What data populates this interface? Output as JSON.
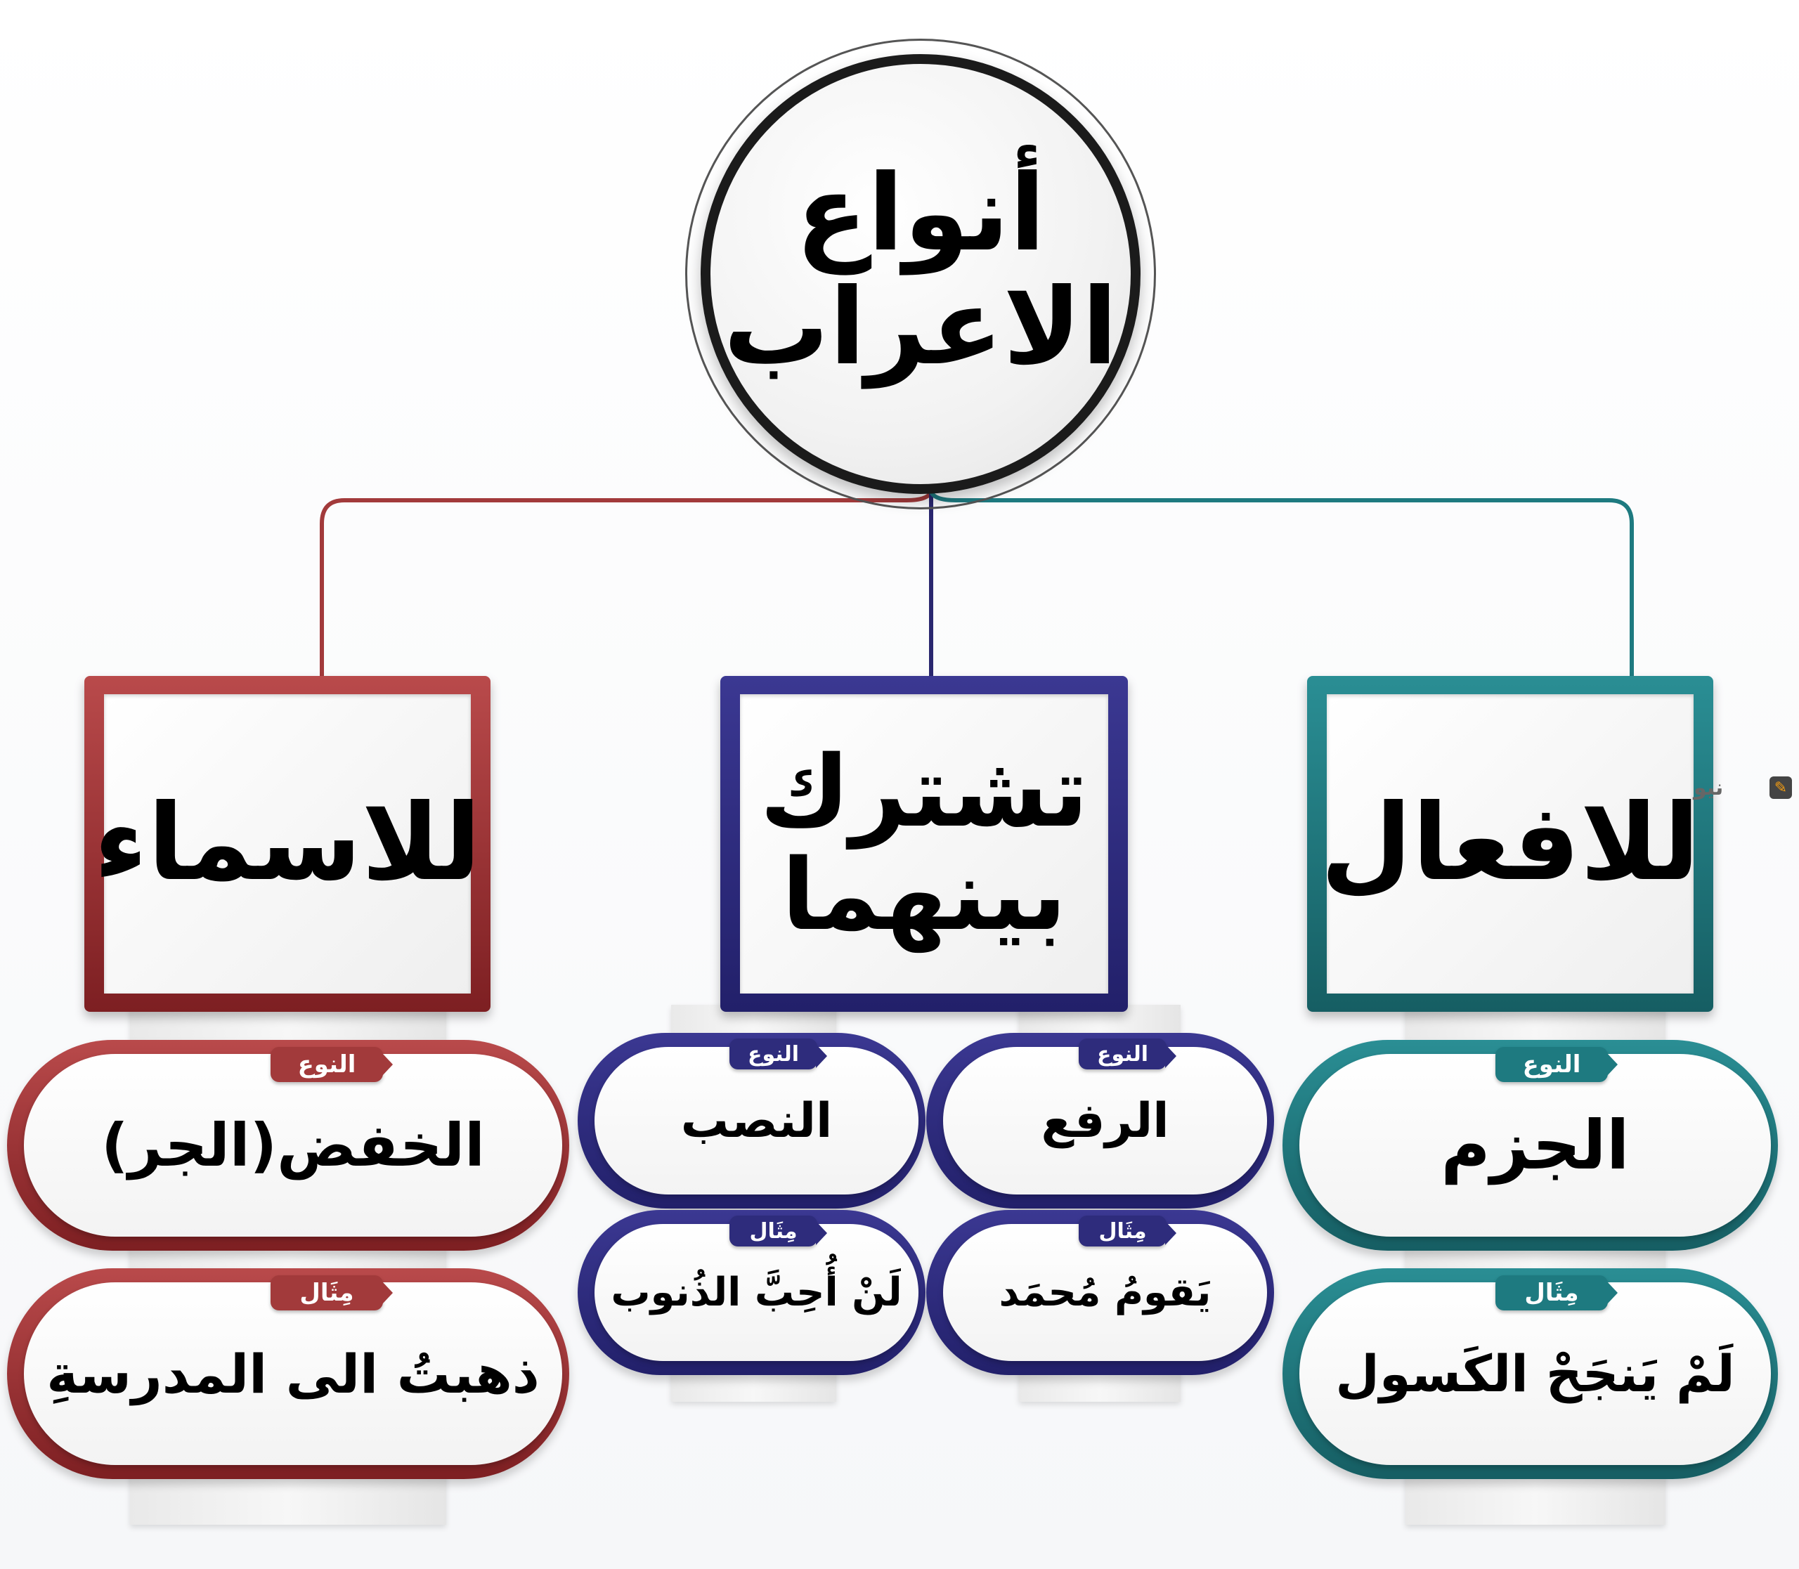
{
  "root": {
    "title": "أنواع\nالاعراب"
  },
  "colors": {
    "nouns": "#a23a3b",
    "shared": "#2e2c7c",
    "verbs": "#1e7a80"
  },
  "categories": {
    "nouns": "للاسماء",
    "shared": "تشترك\nبينهما",
    "verbs": "للافعال"
  },
  "labels": {
    "type": "النوع",
    "example": "مِثَال"
  },
  "nouns": {
    "type": "الخفض(الجر)",
    "example": "ذهبتُ الى المدرسةِ"
  },
  "shared_nasb": {
    "type": "النصب",
    "example": "لَنْ أُحِبَّ الذُنوب"
  },
  "shared_raf": {
    "type": "الرفع",
    "example": "يَقومُ مُحمَد"
  },
  "verbs": {
    "type": "الجزم",
    "example": "لَمْ يَنجَحْ الكَسول"
  },
  "watermark": {
    "text": "نيو",
    "icon": "logo-icon"
  }
}
